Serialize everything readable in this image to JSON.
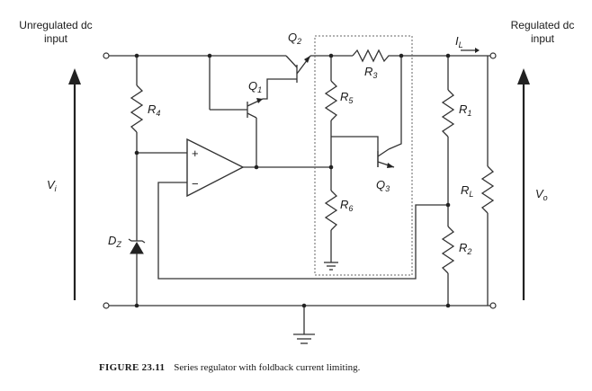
{
  "labels": {
    "unregulated_line1": "Unregulated dc",
    "unregulated_line2": "input",
    "regulated_line1": "Regulated dc",
    "regulated_line2": "input",
    "vi": "V",
    "vi_sub": "i",
    "vo": "V",
    "vo_sub": "o",
    "il": "I",
    "il_sub": "L",
    "plus": "+",
    "minus": "−"
  },
  "components": {
    "q1": {
      "main": "Q",
      "sub": "1"
    },
    "q2": {
      "main": "Q",
      "sub": "2"
    },
    "q3": {
      "main": "Q",
      "sub": "3"
    },
    "r1": {
      "main": "R",
      "sub": "1"
    },
    "r2": {
      "main": "R",
      "sub": "2"
    },
    "r3": {
      "main": "R",
      "sub": "3"
    },
    "r4": {
      "main": "R",
      "sub": "4"
    },
    "r5": {
      "main": "R",
      "sub": "5"
    },
    "r6": {
      "main": "R",
      "sub": "6"
    },
    "rl": {
      "main": "R",
      "sub": "L"
    },
    "dz": {
      "main": "D",
      "sub": "Z"
    }
  },
  "caption": {
    "number": "FIGURE 23.11",
    "text": "Series regulator with foldback current limiting."
  }
}
